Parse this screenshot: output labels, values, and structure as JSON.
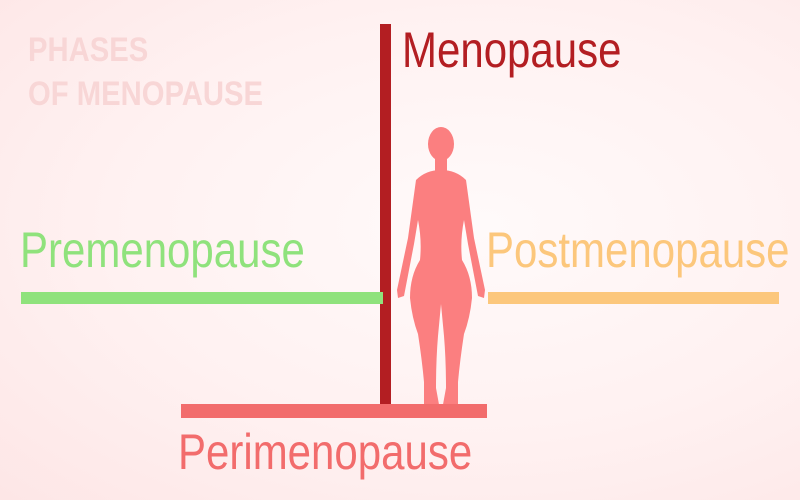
{
  "title": {
    "line1": "PHASES",
    "line2": "OF MENOPAUSE"
  },
  "phases": {
    "menopause": "Menopause",
    "premenopause": "Premenopause",
    "postmenopause": "Postmenopause",
    "perimenopause": "Perimenopause"
  },
  "colors": {
    "menopause": "#b31e22",
    "premenopause": "#8fe27c",
    "postmenopause": "#fcc77c",
    "perimenopause": "#f26c6c",
    "figure": "#fb7f80",
    "title": "#f8d6d6"
  },
  "icons": {
    "figure": "female-silhouette-icon"
  }
}
